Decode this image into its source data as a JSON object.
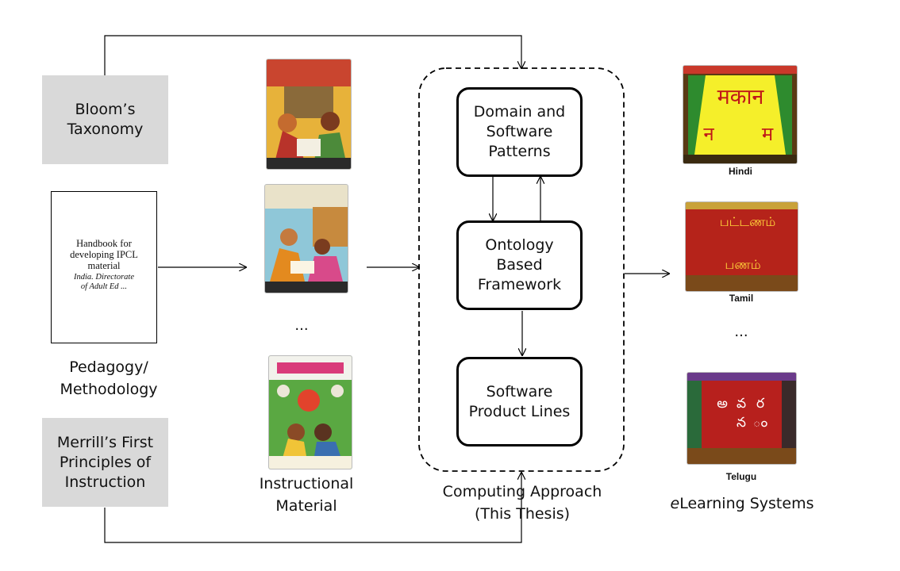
{
  "inputs": {
    "bloom": [
      "Bloom’s",
      "Taxonomy"
    ],
    "pedagogy": [
      "Pedagogy/",
      "Methodology"
    ],
    "merrill": [
      "Merrill’s First",
      "Principles of",
      "Instruction"
    ]
  },
  "handbook": {
    "title_lines": [
      "Handbook for",
      "developing IPCL",
      "material"
    ],
    "sub_lines": [
      "India. Directorate",
      "of Adult Ed ..."
    ]
  },
  "instructional": {
    "ellipsis": "...",
    "label": [
      "Instructional",
      "Material"
    ]
  },
  "computing": {
    "box1": [
      "Domain and",
      "Software",
      "Patterns"
    ],
    "box2": [
      "Ontology",
      "Based",
      "Framework"
    ],
    "box3": [
      "Software",
      "Product Lines"
    ],
    "label": [
      "Computing Approach",
      "(This Thesis)"
    ]
  },
  "elearning": {
    "hindi": {
      "caption": "Hindi",
      "word": "मकान",
      "letters": [
        "न",
        "म"
      ]
    },
    "tamil": {
      "caption": "Tamil",
      "word_top": "பட்டணம்",
      "word_bottom": "பணம்"
    },
    "ellipsis": "...",
    "telugu": {
      "caption": "Telugu",
      "glyphs_top": [
        "అ",
        "వ",
        "ర"
      ],
      "glyphs_bottom": [
        "న",
        "ం"
      ]
    },
    "label_prefix": "e",
    "label_rest": "Learning Systems"
  },
  "colors": {
    "gray_box": "#d9d9d9",
    "hindi_bg": "#f5ef2a",
    "tamil_bg": "#b5231a",
    "telugu_bg": "#b7201d"
  }
}
